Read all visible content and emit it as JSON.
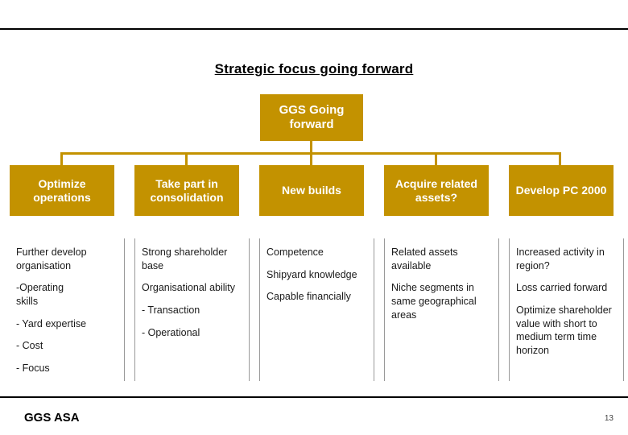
{
  "slide": {
    "title": "Strategic focus going forward",
    "footer_label": "GGS ASA",
    "page_number": "13",
    "accent_color": "#C39200"
  },
  "diagram": {
    "root": {
      "label": "GGS Going forward"
    },
    "columns": [
      {
        "header": "Optimize operations",
        "bullets": [
          "Further develop organisation",
          "-Operating\n  skills",
          "- Yard expertise",
          "- Cost",
          "- Focus"
        ]
      },
      {
        "header": "Take part in consolidation",
        "bullets": [
          "Strong shareholder base",
          "Organisational ability",
          "- Transaction",
          "- Operational"
        ]
      },
      {
        "header": "New builds",
        "bullets": [
          "Competence",
          "Shipyard knowledge",
          "Capable financially"
        ]
      },
      {
        "header": "Acquire related assets?",
        "bullets": [
          "Related assets available",
          "Niche segments in same geographical areas"
        ]
      },
      {
        "header": "Develop PC 2000",
        "bullets": [
          "Increased activity in region?",
          "Loss carried forward",
          "Optimize shareholder value with short to medium term time horizon"
        ]
      }
    ]
  }
}
